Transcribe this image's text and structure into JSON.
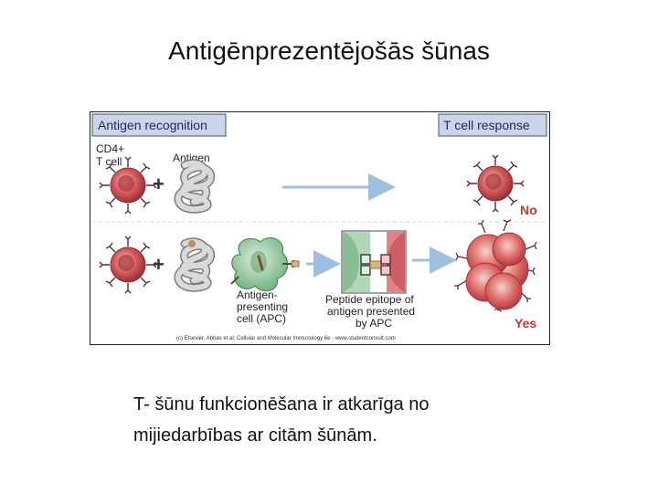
{
  "slide": {
    "title": "Antigēnprezentējošās šūnas",
    "caption_lines": [
      "T- šūnu funkcionēšana ir atkarīga no",
      "mijiedarbības ar citām šūnām."
    ]
  },
  "figure": {
    "header_left": "Antigen recognition",
    "header_right": "T cell response",
    "cd4_label_lines": [
      "CD4+",
      "T cell"
    ],
    "antigen_label": "Antigen",
    "plus_sign": "+",
    "apc_label_lines": [
      "Antigen-",
      "presenting",
      "cell (APC)"
    ],
    "epitope_label_lines": [
      "Peptide epitope of",
      "antigen presented",
      "by APC"
    ],
    "outcome_no": "No",
    "outcome_yes": "Yes",
    "credit": "(c) Elsevier. Abbas et al: Cellular and Molecular Immunology 6e - www.studentconsult.com",
    "colors": {
      "header_fill": "#c9d6ea",
      "header_text": "#1b2b55",
      "arrow": "#9fbfe2",
      "tcell": "#c2484e",
      "antigen": "#bcbcbc",
      "apc": "#8fc79a",
      "outcome": "#c0392b"
    }
  }
}
